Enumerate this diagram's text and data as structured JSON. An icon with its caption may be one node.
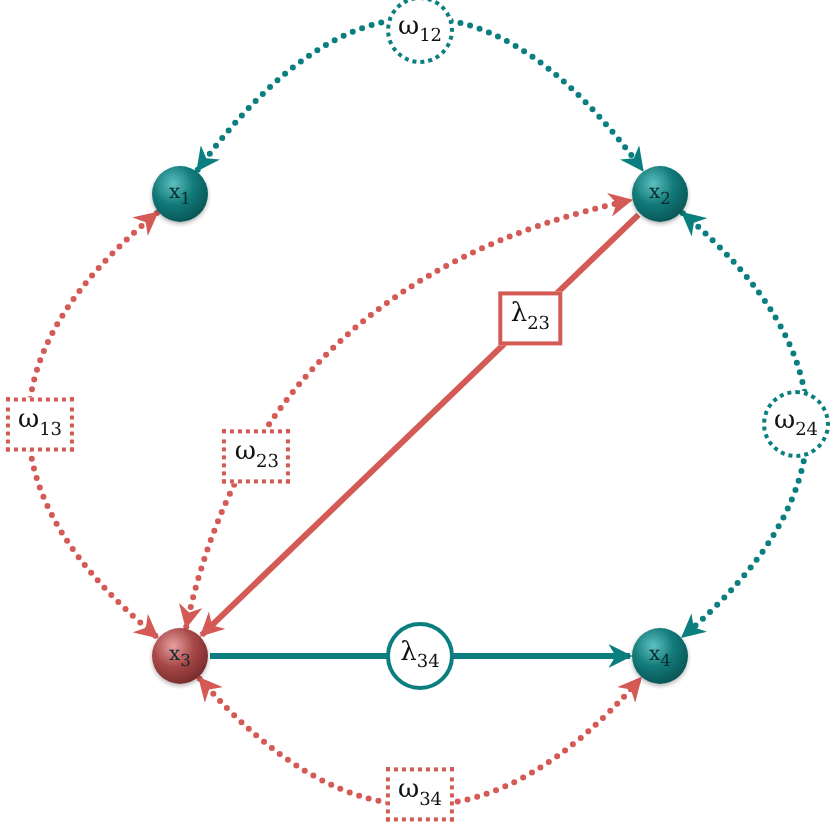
{
  "diagram": {
    "nodes": [
      {
        "text": [
          "x$_{1}$"
        ]
      },
      {
        "text": [
          "x$_{2}$"
        ]
      },
      {
        "text": [
          "x$_{3}$"
        ]
      },
      {
        "text": [
          "x$_{4}$"
        ]
      }
    ],
    "edges": [
      {
        "from": 0,
        "to": 1,
        "arrow": "both",
        "label": "ω$_{12}$",
        "style": "dashed",
        "color": "#0b7f7f"
      },
      {
        "from": 0,
        "to": 2,
        "arrow": "both",
        "label": "ω$_{13}$",
        "style": "dashed"
      },
      {
        "from": 2,
        "to": 1,
        "arrow": "both",
        "label": "ω$_{23}$",
        "style": "dashed"
      },
      {
        "from": 1,
        "to": 2,
        "arrow": "to",
        "label": "λ$_{23}$"
      },
      {
        "from": 1,
        "to": 3,
        "arrow": "both",
        "label": "ω$_{24}$",
        "style": "dashed",
        "color": "#0b7f7f"
      },
      {
        "from": 2,
        "to": 3,
        "arrow": "to",
        "label": "λ$_{34}$",
        "color": "#0b7f7f"
      },
      {
        "from": 2,
        "to": 3,
        "arrow": "both",
        "label": "ω$_{34}$",
        "style": "dashed"
      }
    ]
  }
}
